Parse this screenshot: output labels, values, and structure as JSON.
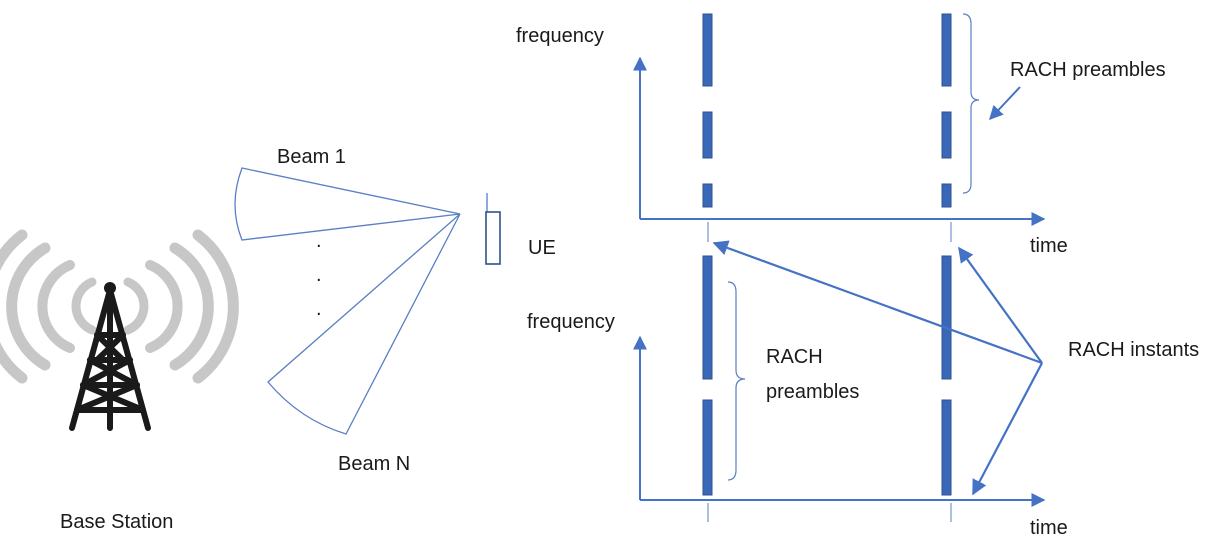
{
  "colors": {
    "accent": "#4472c4",
    "bar": "#3a68b8",
    "antenna_wave": "#c7c7c7",
    "tower": "#1a1a1a",
    "thin_line": "#5a7fc4"
  },
  "icons": [
    "radio-tower-icon"
  ],
  "labels": {
    "base_station": "Base Station",
    "beam_1": "Beam 1",
    "beam_n": "Beam N",
    "ue": "UE",
    "dot": ".",
    "top_freq": "frequency",
    "top_time": "time",
    "top_preambles": "RACH preambles",
    "bottom_freq": "frequency",
    "bottom_time": "time",
    "bottom_preambles_line1": "RACH",
    "bottom_preambles_line2": "preambles",
    "rach_instants": "RACH instants"
  }
}
